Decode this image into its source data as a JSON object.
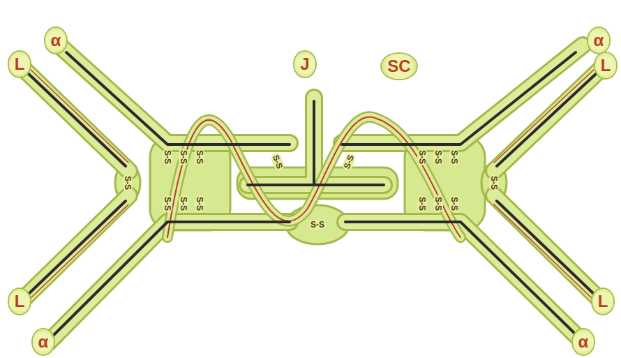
{
  "diagram": {
    "labels": [
      "α",
      "L",
      "J",
      "SC",
      "α",
      "L",
      "S-S",
      "S-S",
      "S-S",
      "S-S",
      "S-S",
      "S-S",
      "S-S",
      "S-S",
      "S-S",
      "S-S",
      "S-S",
      "S-S",
      "S-S",
      "S-S",
      "S-S",
      "S-S",
      "S-S",
      "L",
      "α",
      "L",
      "α"
    ]
  }
}
